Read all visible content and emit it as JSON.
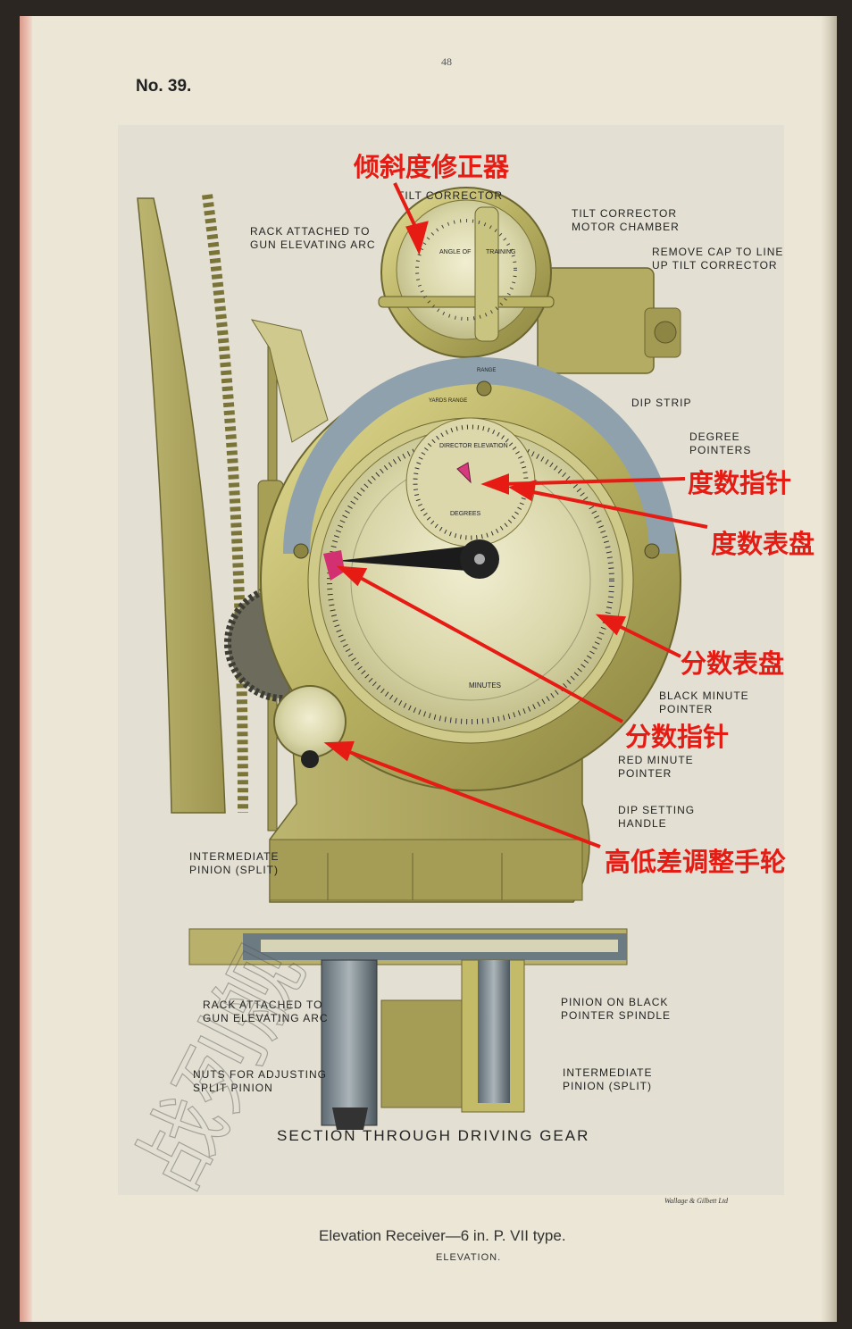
{
  "page": {
    "page_number": "48",
    "plate_number": "No. 39.",
    "section_title": "SECTION THROUGH DRIVING GEAR",
    "printer": "Wallage & Gilbett Ltd",
    "caption": "Elevation Receiver—6 in. P. VII type.",
    "caption_sub": "ELEVATION."
  },
  "labels_en": {
    "rack_top_1": "RACK ATTACHED TO",
    "rack_top_2": "GUN ELEVATING ARC",
    "tilt_corrector": "TILT CORRECTOR",
    "tilt_motor_1": "TILT CORRECTOR",
    "tilt_motor_2": "MOTOR CHAMBER",
    "remove_cap_1": "REMOVE CAP TO LINE",
    "remove_cap_2": "UP TILT CORRECTOR",
    "dip_strip": "DIP STRIP",
    "degree_pointers_1": "DEGREE",
    "degree_pointers_2": "POINTERS",
    "black_minute_1": "BLACK MINUTE",
    "black_minute_2": "POINTER",
    "red_minute_1": "RED MINUTE",
    "red_minute_2": "POINTER",
    "dip_handle_1": "DIP SETTING",
    "dip_handle_2": "HANDLE",
    "inter_pinion_1": "INTERMEDIATE",
    "inter_pinion_2": "PINION (SPLIT)",
    "rack_bottom_1": "RACK ATTACHED TO",
    "rack_bottom_2": "GUN ELEVATING ARC",
    "nuts_1": "NUTS FOR ADJUSTING",
    "nuts_2": "SPLIT PINION",
    "pinion_black_1": "PINION ON BLACK",
    "pinion_black_2": "POINTER SPINDLE",
    "inter_pinion_b_1": "INTERMEDIATE",
    "inter_pinion_b_2": "PINION (SPLIT)"
  },
  "dial_text": {
    "angle_of": "ANGLE OF",
    "training": "TRAINING",
    "range": "RANGE",
    "yards_range": "YARDS RANGE",
    "director_elevation": "DIRECTOR ELEVATION",
    "degrees": "DEGREES",
    "minutes": "MINUTES"
  },
  "labels_cn": {
    "tilt_corrector": "倾斜度修正器",
    "degree_pointer": "度数指针",
    "degree_dial": "度数表盘",
    "minute_dial": "分数表盘",
    "minute_pointer": "分数指针",
    "dip_handwheel": "高低差调整手轮"
  },
  "watermark": "战列舰"
}
